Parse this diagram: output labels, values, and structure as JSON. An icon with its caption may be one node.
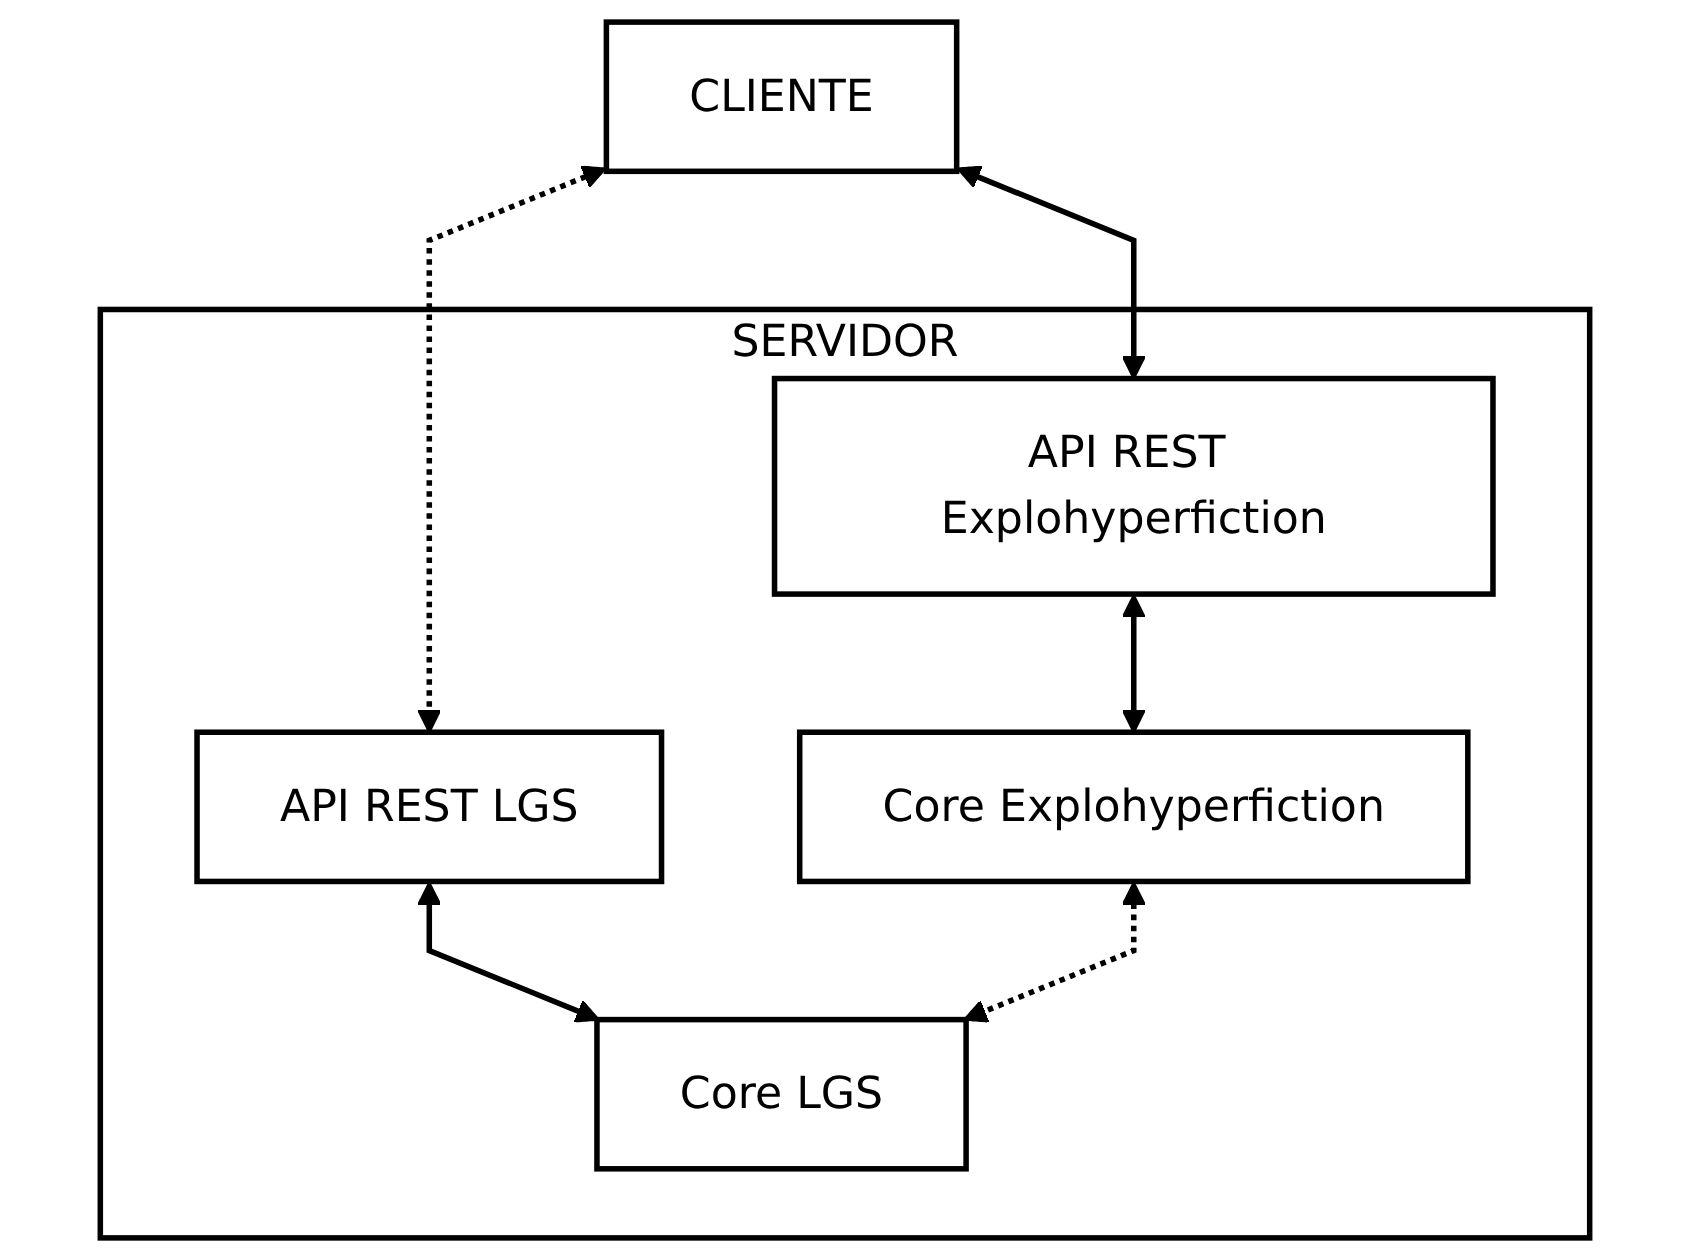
{
  "diagram": {
    "nodes": [
      {
        "text": [
          "CLIENTE"
        ]
      },
      {
        "text": [
          "SERVIDOR"
        ]
      },
      {
        "text": [
          "API REST Explohyperfiction"
        ],
        "in": 1
      },
      {
        "text": [
          "API REST LGS"
        ],
        "in": 1
      },
      {
        "text": [
          "Core Explohyperfiction"
        ],
        "in": 1
      },
      {
        "text": [
          "Core LGS"
        ],
        "in": 1
      }
    ],
    "edges": [
      {
        "from": 0,
        "to": 2,
        "arrow": "both"
      },
      {
        "from": 0,
        "to": 3,
        "arrow": "both",
        "style": "dashed"
      },
      {
        "from": 2,
        "to": 4,
        "arrow": "both"
      },
      {
        "from": 3,
        "to": 5,
        "arrow": "both"
      },
      {
        "from": 4,
        "to": 5,
        "arrow": "both",
        "style": "dashed"
      }
    ]
  }
}
